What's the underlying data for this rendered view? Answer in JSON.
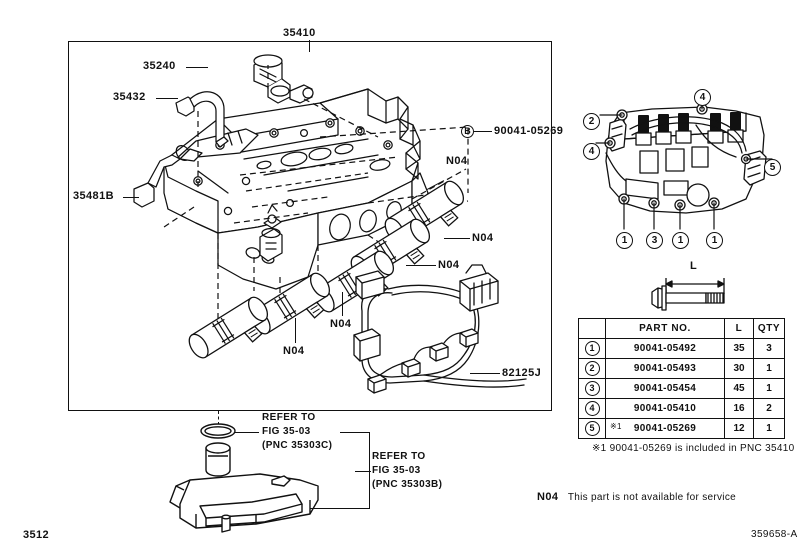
{
  "diagram": {
    "main_part_number": "35410",
    "corner_left": "3512",
    "corner_right": "359658-A"
  },
  "callouts": {
    "solenoid_35240": "35240",
    "bracket_35432": "35432",
    "clamp_35481b": "35481B",
    "bolt_90041_05269": "90041-05269",
    "harness_82125J": "82125J",
    "na_1": "N04",
    "na_2": "N04",
    "na_3": "N04",
    "na_4": "N04",
    "na_5": "N04"
  },
  "refer_blocks": [
    {
      "line1": "REFER TO",
      "line2": "FIG 35-03",
      "line3": "(PNC 35303C)"
    },
    {
      "line1": "REFER TO",
      "line2": "FIG 35-03",
      "line3": "(PNC 35303B)"
    }
  ],
  "detail_view": {
    "markers": [
      "2",
      "4",
      "4",
      "5",
      "1",
      "3",
      "1",
      "1"
    ]
  },
  "bolt_graphic": {
    "dimension_label": "L"
  },
  "parts_table": {
    "headers": [
      "",
      "PART NO.",
      "L",
      "QTY"
    ],
    "rows": [
      {
        "idx": "1",
        "mark": "",
        "part_no": "90041-05492",
        "l": "35",
        "qty": "3"
      },
      {
        "idx": "2",
        "mark": "",
        "part_no": "90041-05493",
        "l": "30",
        "qty": "1"
      },
      {
        "idx": "3",
        "mark": "",
        "part_no": "90041-05454",
        "l": "45",
        "qty": "1"
      },
      {
        "idx": "4",
        "mark": "",
        "part_no": "90041-05410",
        "l": "16",
        "qty": "2"
      },
      {
        "idx": "5",
        "mark": "※1",
        "part_no": "90041-05269",
        "l": "12",
        "qty": "1"
      }
    ]
  },
  "notes": {
    "note1": "※1 90041-05269 is included in PNC 35410",
    "note2_tag": "N04",
    "note2_text": "This part is not available for service"
  }
}
